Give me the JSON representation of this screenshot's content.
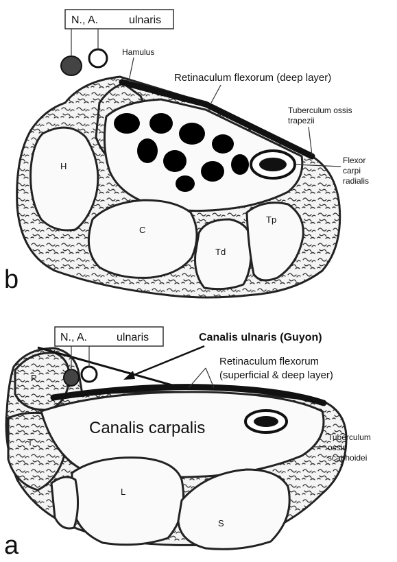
{
  "panel_b": {
    "panel_letter": "b",
    "label_nerve_artery": "N., A.",
    "label_ulnaris": "ulnaris",
    "label_hamulus": "Hamulus",
    "label_retinaculum": "Retinaculum flexorum (deep layer)",
    "label_tuberculum_line1": "Tuberculum ossis",
    "label_tuberculum_line2": "trapezii",
    "label_fcr_line1": "Flexor",
    "label_fcr_line2": "carpi",
    "label_fcr_line3": "radialis",
    "bone_h": "H",
    "bone_c": "C",
    "bone_td": "Td",
    "bone_tp": "Tp"
  },
  "panel_a": {
    "panel_letter": "a",
    "label_nerve_artery": "N., A.",
    "label_ulnaris": "ulnaris",
    "label_guyon": "Canalis ulnaris (Guyon)",
    "label_retinaculum_line1": "Retinaculum flexorum",
    "label_retinaculum_line2": "(superficial & deep layer)",
    "label_canal": "Canalis carpalis",
    "label_tuberculum_line1": "Tuberculum",
    "label_tuberculum_line2": "ossis",
    "label_tuberculum_line3": "scaphoidei",
    "bone_p": "P",
    "bone_t": "T",
    "bone_l": "L",
    "bone_s": "S"
  }
}
